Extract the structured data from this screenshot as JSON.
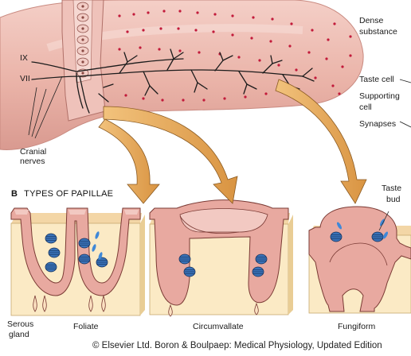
{
  "labels": {
    "ix": "IX",
    "vii": "VII",
    "cranial_nerves_line1": "Cranial",
    "cranial_nerves_line2": "nerves",
    "dense_substance_line1": "Dense",
    "dense_substance_line2": "substance",
    "taste_cell": "Taste cell",
    "supporting_cell_line1": "Supporting",
    "supporting_cell_line2": "cell",
    "synapses": "Synapses",
    "taste_bud_line1": "Taste",
    "taste_bud_line2": "bud",
    "serous_gland_line1": "Serous",
    "serous_gland_line2": "gland"
  },
  "section": {
    "letter": "B",
    "title": "TYPES OF PAPILLAE"
  },
  "papillae": [
    "Foliate",
    "Circumvallate",
    "Fungiform"
  ],
  "copyright": "© Elsevier Ltd. Boron & Boulpaep: Medical Physiology, Updated Edition",
  "colors": {
    "tongue": "#eab3a8",
    "tongue_dark": "#d98f86",
    "epithelium": "#e8a9a0",
    "tissue": "#fbeac5",
    "arrow": "#e0a45a",
    "arrow_edge": "#8a5a22",
    "taste_bud": "#2f63a8",
    "dots": "#c21a3a",
    "nerve": "#1b1b1b"
  }
}
